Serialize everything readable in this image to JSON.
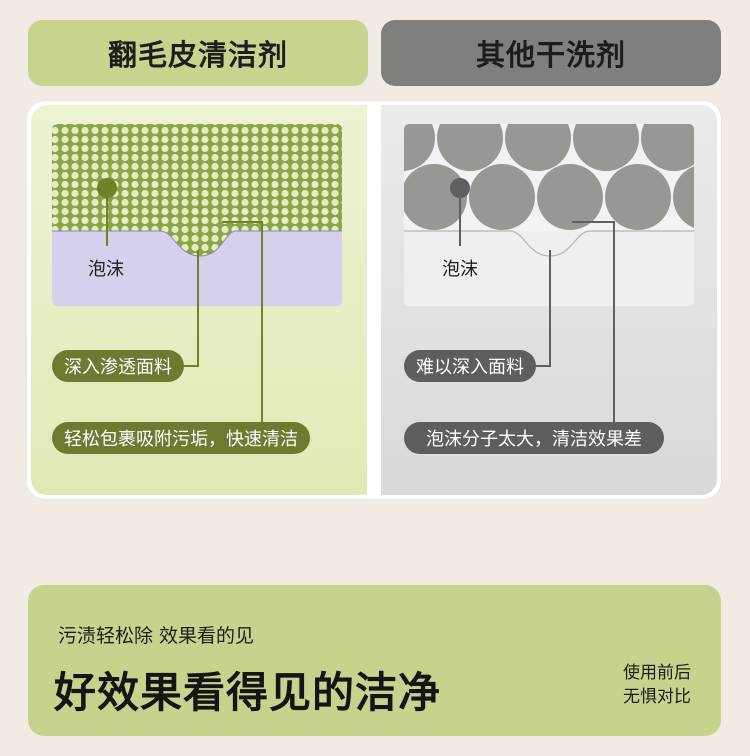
{
  "header": {
    "left_tab": "翻毛皮清洁剂",
    "right_tab": "其他干洗剂"
  },
  "left_panel": {
    "foam_label": "泡沫",
    "callout_top": "深入渗透面料",
    "callout_bottom": "轻松包裹吸附污垢，快速清洁"
  },
  "right_panel": {
    "foam_label": "泡沫",
    "callout_top": "难以深入面料",
    "callout_bottom": "泡沫分子太大，清洁效果差"
  },
  "bottom_banner": {
    "subtitle": "污渍轻松除 效果看的见",
    "headline": "好效果看得见的洁净",
    "note_line1": "使用前后",
    "note_line2": "无惧对比"
  },
  "colors": {
    "green_accent": "#6d7a32",
    "green_tab": "#c8d48e",
    "gray_tab": "#7f7f7b",
    "lavender_fabric": "#d6d0ee",
    "gray_pill": "#5e5e5e"
  }
}
